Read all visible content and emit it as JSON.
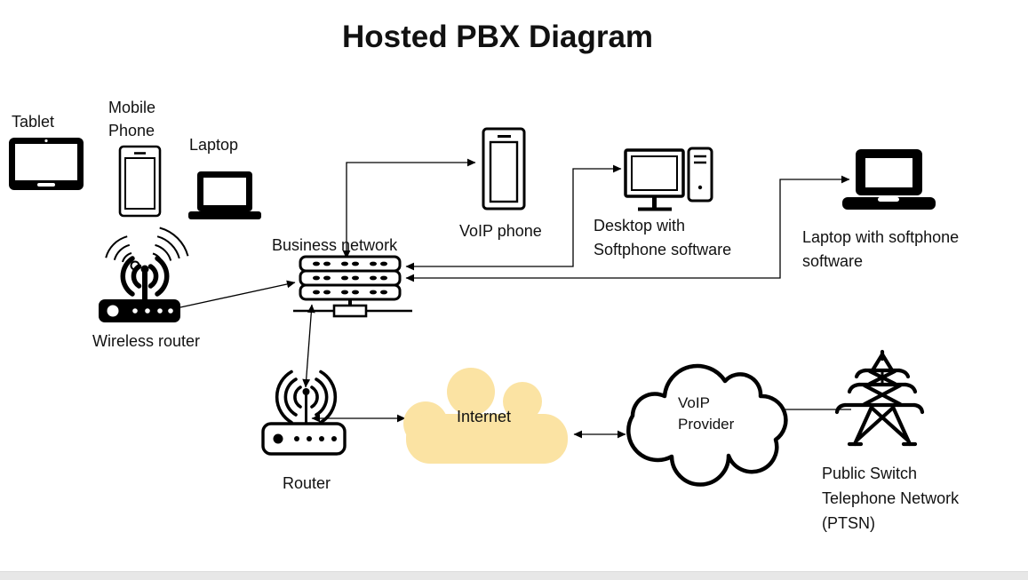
{
  "title": "Hosted PBX Diagram",
  "nodes": {
    "tablet": {
      "label": "Tablet"
    },
    "mobile_phone": {
      "lines": [
        "Mobile",
        "Phone"
      ]
    },
    "laptop": {
      "label": "Laptop"
    },
    "wireless_router": {
      "label": "Wireless router"
    },
    "business_network": {
      "label": "Business network"
    },
    "voip_phone": {
      "label": "VoIP phone"
    },
    "desktop_softphone": {
      "lines": [
        "Desktop with",
        "Softphone software"
      ]
    },
    "laptop_softphone": {
      "lines": [
        "Laptop with softphone",
        "software"
      ]
    },
    "router": {
      "label": "Router"
    },
    "internet": {
      "label": "Internet"
    },
    "voip_provider": {
      "lines": [
        "VoIP",
        "Provider"
      ]
    },
    "pstn": {
      "lines": [
        "Public Switch",
        "Telephone Network",
        "(PTSN)"
      ]
    }
  },
  "connections": [
    {
      "from": "wireless_router",
      "to": "business_network",
      "arrow": "to"
    },
    {
      "from": "business_network",
      "to": "voip_phone",
      "arrow": "both"
    },
    {
      "from": "business_network",
      "to": "desktop_softphone",
      "arrow": "both"
    },
    {
      "from": "business_network",
      "to": "laptop_softphone",
      "arrow": "both"
    },
    {
      "from": "router",
      "to": "business_network",
      "arrow": "both"
    },
    {
      "from": "router",
      "to": "internet",
      "arrow": "both"
    },
    {
      "from": "voip_provider",
      "to": "internet",
      "arrow": "both"
    },
    {
      "from": "pstn",
      "to": "voip_provider",
      "arrow": "to"
    }
  ],
  "colors": {
    "cloud_fill": "#FBE3A3",
    "stroke": "#000000",
    "footer_bar": "#E7E7E7"
  }
}
